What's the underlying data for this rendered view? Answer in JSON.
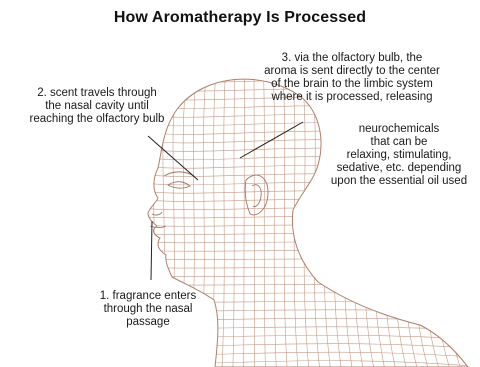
{
  "title": "How Aromatherapy Is Processed",
  "labels": {
    "step1": "1. fragrance enters\nthrough the nasal\npassage",
    "step2": "2. scent travels through\nthe nasal cavity until\nreaching the olfactory bulb",
    "step3_top": "3. via the olfactory bulb, the\naroma is sent directly to the center\nof the brain to the limbic system\nwhere it is processed, releasing",
    "step3_bottom": "neurochemicals\nthat can be\nrelaxing, stimulating,\nsedative, etc. depending\nupon the essential oil used"
  },
  "colors": {
    "wireframe": "#c49a86",
    "leader": "#222222"
  },
  "icons": {
    "illustration": "wireframe-head-profile"
  }
}
